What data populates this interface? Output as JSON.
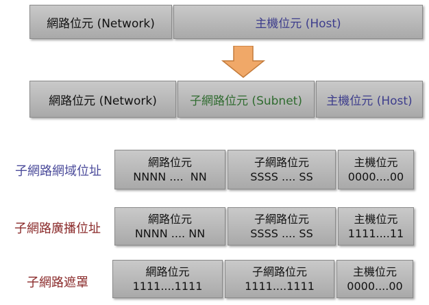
{
  "top_bar": {
    "network": "網路位元 (Network)",
    "host": "主機位元 (Host)"
  },
  "mid_bar": {
    "network": "網路位元 (Network)",
    "subnet": "子網路位元 (Subnet)",
    "host": "主機位元 (Host)"
  },
  "rows": [
    {
      "label": "子網路網域位址",
      "network": {
        "title": "網路位元",
        "value": "NNNN ....  NN"
      },
      "subnet": {
        "title": "子網路位元",
        "value": "SSSS .... SS"
      },
      "host": {
        "title": "主機位元",
        "value": "0000....00"
      }
    },
    {
      "label": "子網路廣播位址",
      "network": {
        "title": "網路位元",
        "value": "NNNN .... NN"
      },
      "subnet": {
        "title": "子網路位元",
        "value": "SSSS .... SS"
      },
      "host": {
        "title": "主機位元",
        "value": "1111....11"
      }
    },
    {
      "label": "子網路遮罩",
      "network": {
        "title": "網路位元",
        "value": "1111....1111"
      },
      "subnet": {
        "title": "子網路位元",
        "value": "1111....1111"
      },
      "host": {
        "title": "主機位元",
        "value": "0000....00"
      }
    }
  ],
  "colors": {
    "cell_top": "#c9c9c9",
    "cell_bottom": "#a9a9a9",
    "arrow": "#f0a868",
    "subnet_text": "#2f6b2f",
    "host_text": "#3d3d8c",
    "label_row1": "#4a4a9a",
    "label_row2": "#8a2a2a"
  }
}
